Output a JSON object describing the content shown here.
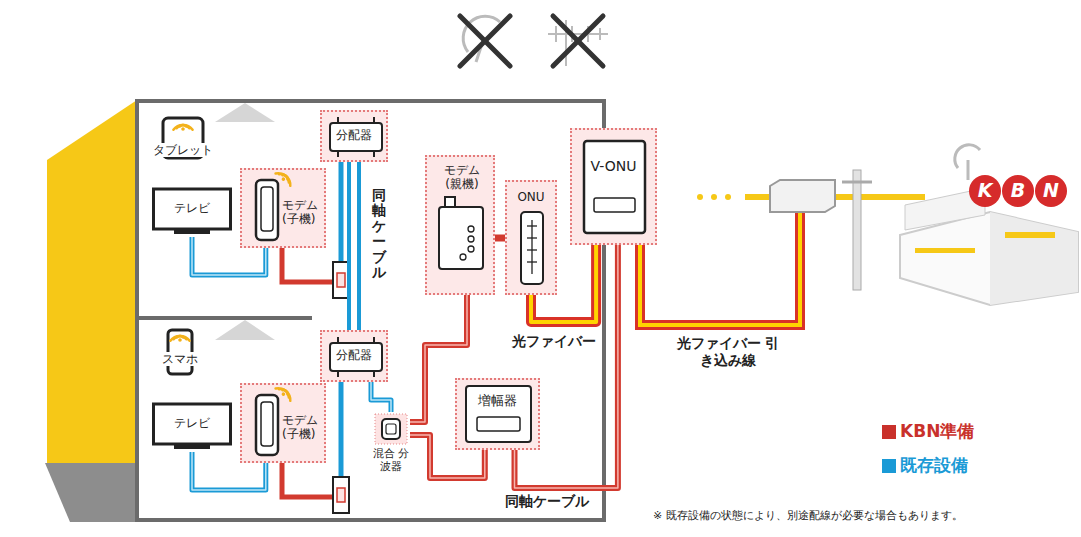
{
  "diagram": {
    "nodes": [
      {
        "text": [
          "タブレット"
        ]
      },
      {
        "text": [
          "テレビ"
        ]
      },
      {
        "text": [
          "モデム (子機)"
        ]
      },
      {
        "text": [
          "分配器"
        ]
      },
      {
        "text": [
          "モデム (親機)"
        ]
      },
      {
        "text": [
          "ONU"
        ]
      },
      {
        "text": [
          "V-ONU"
        ]
      },
      {
        "text": [
          "スマホ"
        ]
      },
      {
        "text": [
          "テレビ"
        ]
      },
      {
        "text": [
          "モデム (子機)"
        ]
      },
      {
        "text": [
          "分配器"
        ]
      },
      {
        "text": [
          "混合 分波器"
        ]
      },
      {
        "text": [
          "増幅器"
        ]
      }
    ],
    "edges": [
      {
        "from": 1,
        "to": 2,
        "arrow": "none"
      },
      {
        "from": 3,
        "to": 10,
        "arrow": "none"
      },
      {
        "from": 10,
        "to": 11,
        "arrow": "none"
      },
      {
        "from": 11,
        "to": 4,
        "arrow": "none"
      },
      {
        "from": 11,
        "to": 12,
        "arrow": "none"
      },
      {
        "from": 12,
        "to": 6,
        "arrow": "none"
      },
      {
        "from": 4,
        "to": 5,
        "arrow": "none"
      },
      {
        "from": 5,
        "to": 6,
        "arrow": "none"
      },
      {
        "from": 8,
        "to": 9,
        "arrow": "none"
      }
    ],
    "labels": [
      "同軸ケーブル",
      "光ファイバー",
      "光ファイバー 引き込み線",
      "同軸ケーブル",
      "※ 既存設備の状態により、別途配線が必要な場合もあります。",
      "K",
      "B",
      "N"
    ],
    "legend": [
      {
        "text": "KBN準備",
        "color": "#c9312b"
      },
      {
        "text": "既存設備",
        "color": "#1a9ad6"
      }
    ]
  }
}
